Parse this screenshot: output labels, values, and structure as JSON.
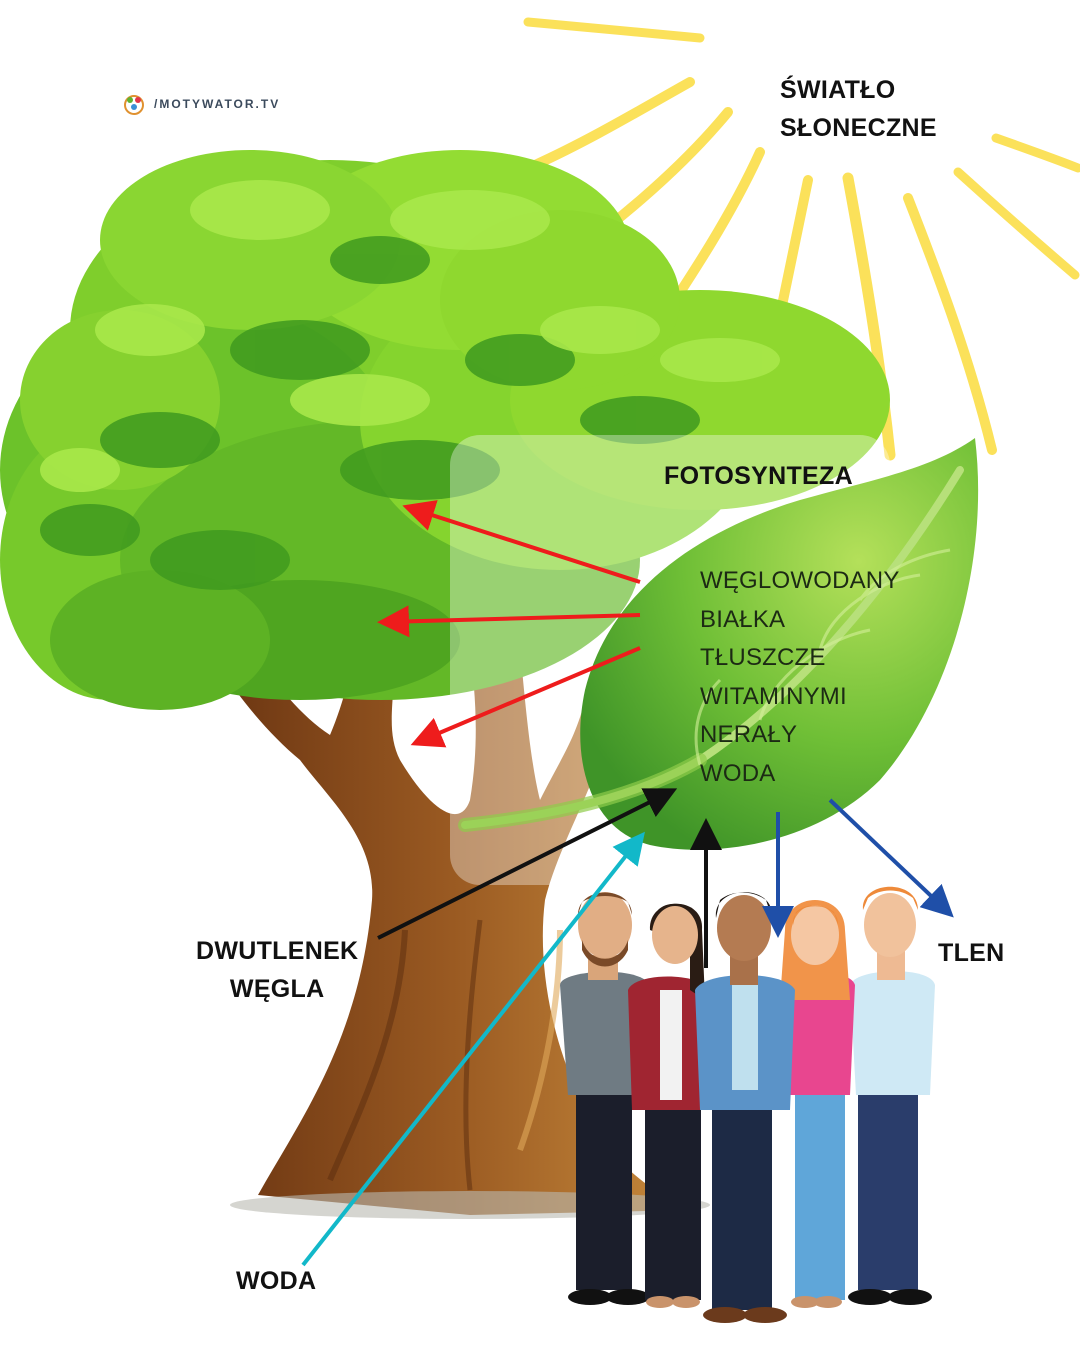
{
  "brand": {
    "text": "/MOTYWATOR.TV",
    "icon": "motywator-logo-icon"
  },
  "labels": {
    "sunlight": [
      "ŚWIATŁO",
      "SŁONECZNE"
    ],
    "photosynthesis": "FOTOSYNTEZA",
    "carbon_dioxide": [
      "DWUTLENEK",
      "WĘGLA"
    ],
    "oxygen": "TLEN",
    "water": "WODA"
  },
  "nutrients": [
    "WĘGLOWODANY",
    "BIAŁKA",
    "TŁUSZCZE",
    "WITAMINYMI",
    "NERAŁY",
    "WODA"
  ],
  "colors": {
    "sun_rays": "#fbe15a",
    "foliage_light": "#8fd82f",
    "foliage_mid": "#6cc22a",
    "foliage_dark": "#3f9a1f",
    "trunk": "#8a4d1c",
    "leaf": "#5fb232",
    "arrow_products": "#ee1c1c",
    "arrow_co2": "#111111",
    "arrow_water": "#12b8c9",
    "arrow_oxygen": "#1f4fa8"
  }
}
